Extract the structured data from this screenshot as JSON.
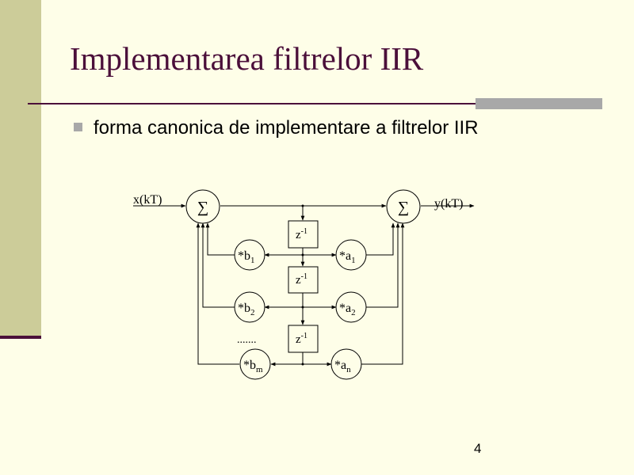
{
  "slide": {
    "title": "Implementarea filtrelor IIR",
    "bullet": "forma canonica de implementare a filtrelor IIR",
    "page_number": "4"
  },
  "diagram": {
    "input_label": "x(kT)",
    "output_label": "y(kT)",
    "sum_symbol": "∑",
    "delay_main": "z",
    "delay_exp": "-1",
    "coeff_prefix": "*",
    "feedback": [
      {
        "letter": "b",
        "index": "1"
      },
      {
        "letter": "b",
        "index": "2"
      },
      {
        "letter": "b",
        "index": "m"
      }
    ],
    "feedforward": [
      {
        "letter": "a",
        "index": "1"
      },
      {
        "letter": "a",
        "index": "2"
      },
      {
        "letter": "a",
        "index": "n"
      }
    ],
    "ellipsis": "......."
  },
  "colors": {
    "background": "#FEFEE8",
    "sidebar": "#CCCC99",
    "accent": "#4B0F3A",
    "bullet_gray": "#A8A8A8"
  }
}
